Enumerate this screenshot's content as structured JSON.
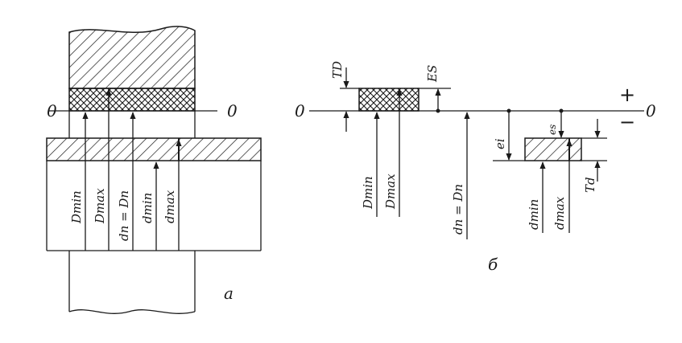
{
  "diagram_a": {
    "caption": "а",
    "zero_left": "0",
    "zero_right": "0",
    "labels": {
      "D_min": "Dmin",
      "D_max": "Dmax",
      "d_n": "dn = Dn",
      "d_min": "dmin",
      "d_max": "dmax"
    }
  },
  "diagram_b": {
    "caption": "б",
    "zero_left": "0",
    "zero_right": "0",
    "plus_sign": "+",
    "minus_sign": "−",
    "labels": {
      "T_D": "TD",
      "E_S": "ES",
      "D_min": "Dmin",
      "D_max": "Dmax",
      "d_n": "dn = Dn",
      "e_i": "ei",
      "e_s": "es",
      "d_min": "dmin",
      "d_max": "dmax",
      "T_d": "Td"
    }
  },
  "colors": {
    "ink": "#1a1a1a",
    "paper": "#ffffff"
  }
}
